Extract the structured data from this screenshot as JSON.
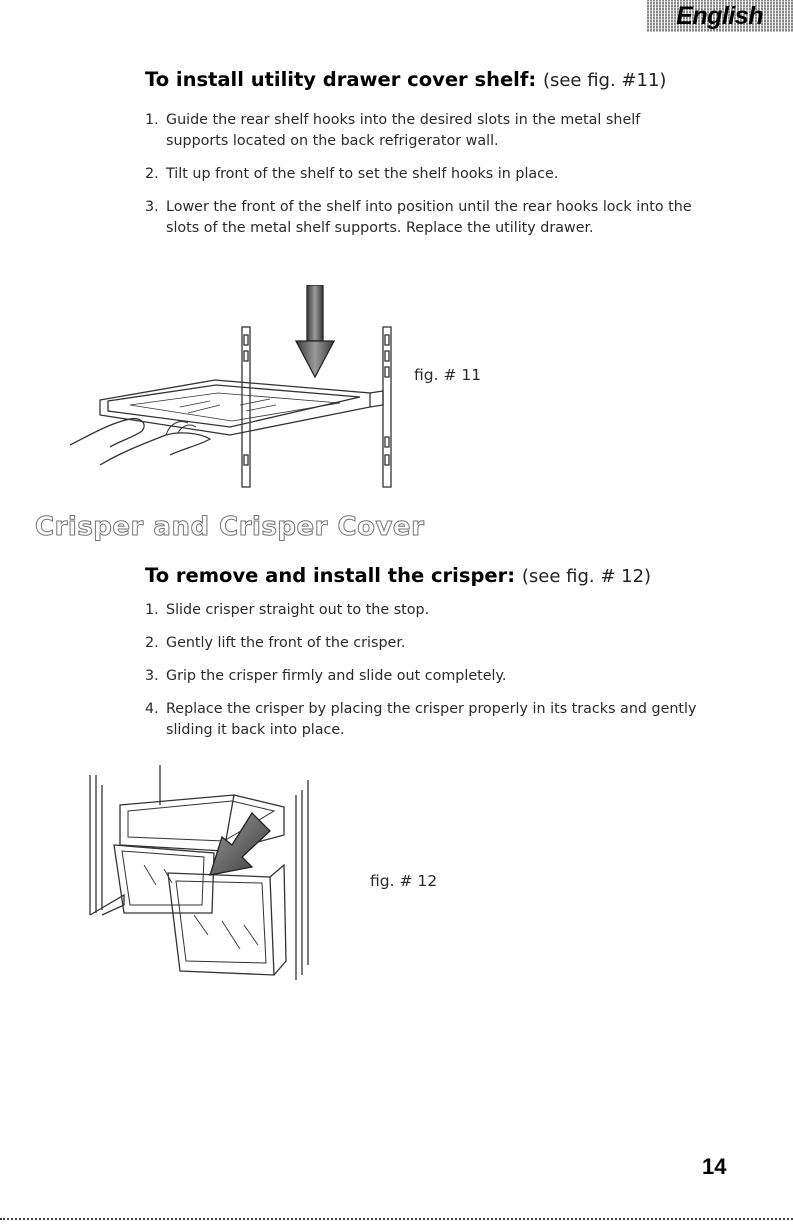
{
  "page": {
    "language_tab": "English",
    "page_number": "14"
  },
  "install_drawer_cover": {
    "heading": "To install utility drawer cover shelf:",
    "ref": "(see fig. #11)",
    "steps": [
      {
        "num": "1.",
        "text": "Guide the rear shelf hooks into the desired slots in the metal shelf supports located on the back refrigerator wall."
      },
      {
        "num": "2.",
        "text": "Tilt up front of the shelf to set the shelf hooks in place."
      },
      {
        "num": "3.",
        "text": "Lower the front of the shelf into position until the rear hooks lock into the slots of the metal shelf supports. Replace the utility drawer."
      }
    ],
    "figure_label": "fig. # 11"
  },
  "crisper_section": {
    "title": "Crisper and Crisper Cover",
    "heading": "To remove and install the crisper:",
    "ref": "(see fig. # 12)",
    "steps": [
      {
        "num": "1.",
        "text": "Slide crisper straight out to the stop."
      },
      {
        "num": "2.",
        "text": "Gently lift the front of the crisper."
      },
      {
        "num": "3.",
        "text": "Grip the crisper firmly and slide out completely."
      },
      {
        "num": "4.",
        "text": "Replace the crisper by placing the crisper properly in its tracks and gently sliding it back into place."
      }
    ],
    "figure_label": "fig. # 12"
  },
  "icons": {
    "fig11": "shelf-install-illustration",
    "fig12": "crisper-removal-illustration",
    "arrow_down": "down-arrow-icon",
    "arrow_out": "diagonal-arrow-icon"
  },
  "colors": {
    "heading": "#000000",
    "body_text": "#2a2a2a",
    "arrow": "#4a4a4a"
  }
}
